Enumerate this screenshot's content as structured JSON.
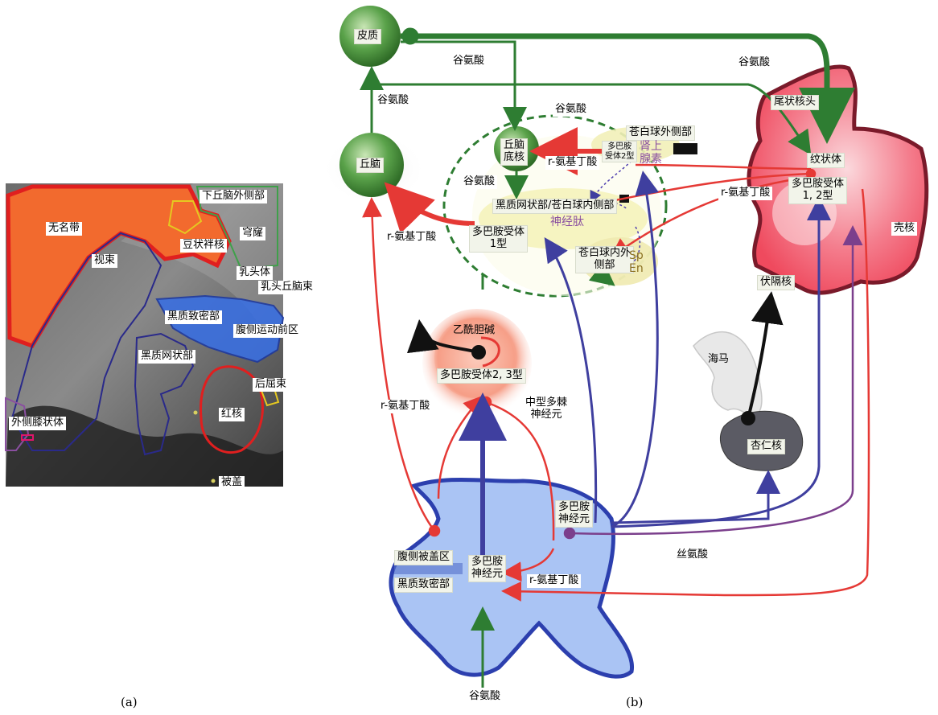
{
  "panel_a": {
    "caption": "(a)",
    "labels": {
      "hypothalamus_lateral": "下丘脑外侧部",
      "innominate_band": "无名带",
      "fornix": "穹窿",
      "lenticular_fasciculus": "豆状袢核",
      "optic_tract": "视束",
      "mammillary_body": "乳头体",
      "mammillothalamic_tract": "乳头丘脑束",
      "snc": "黑质致密部",
      "vta": "腹侧运动前区",
      "snr": "黑质网状部",
      "retroflex_bundle": "后屈束",
      "lgn": "外侧膝状体",
      "red_nucleus": "红核",
      "tegmentum": "被盖"
    }
  },
  "panel_b": {
    "caption": "(b)",
    "nodes": {
      "cortex": "皮质",
      "thalamus": "丘脑",
      "stn_line1": "丘脑",
      "stn_line2": "底核",
      "gpe": "苍白球外侧部",
      "d2_line1": "多巴胺",
      "d2_line2": "受体2型",
      "enk_line1": "肾上",
      "enk_line2": "腺素",
      "snr_gpi": "黑质网状部/苍白球内侧部",
      "neuropeptide": "神经肽",
      "d1_line1": "多巴胺受体",
      "d1_line2": "1型",
      "gpi_line1": "苍白球内外",
      "gpi_line2": "侧部",
      "sp": "Sp",
      "en": "En",
      "caudate": "尾状核头",
      "striatum": "纹状体",
      "dr12_line1": "多巴胺受体",
      "dr12_line2": "1, 2型",
      "putamen": "壳核",
      "nacc": "伏隔核",
      "hippocampus": "海马",
      "amygdala": "杏仁核",
      "ach": "乙酰胆碱",
      "dr23": "多巴胺受体2, 3型",
      "msn_line1": "中型多棘",
      "msn_line2": "神经元",
      "vta_b": "腹侧被盖区",
      "snc_b": "黑质致密部",
      "da_neuron_a_line1": "多巴胺",
      "da_neuron_a_line2": "神经元",
      "da_neuron_b_line1": "多巴胺",
      "da_neuron_b_line2": "神经元"
    },
    "edge_labels": {
      "glu_cortex_stn": "谷氨酸",
      "glu_cortex_striatum": "谷氨酸",
      "glu_thal_cortex": "谷氨酸",
      "glu_stn": "谷氨酸",
      "glu_loop": "谷氨酸",
      "gaba_gpe_stn": "r-氨基丁酸",
      "gaba_striatum": "r-氨基丁酸",
      "gaba_snr_thal": "r-氨基丁酸",
      "gaba_vta_msn": "r-氨基丁酸",
      "gaba_local": "r-氨基丁酸",
      "serine": "丝氨酸",
      "glu_input": "谷氨酸"
    },
    "colors": {
      "glutamate": "#2e7d32",
      "gaba": "#e53935",
      "dopamine": "#3f3f9f",
      "serine": "#7b3f8c",
      "striatum": "#f04a5e",
      "midbrain": "#aac4f4"
    }
  }
}
